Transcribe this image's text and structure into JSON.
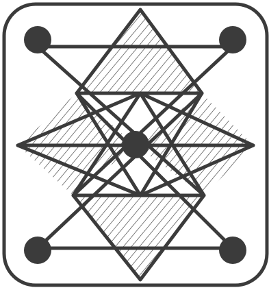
{
  "figure": {
    "line_color": "#3b3b3b",
    "background_color": "#ffffff",
    "hatch_color": "#3b3b3b",
    "corner_node_count": 4,
    "center_node_count": 1,
    "hatched_region_count": 6
  }
}
